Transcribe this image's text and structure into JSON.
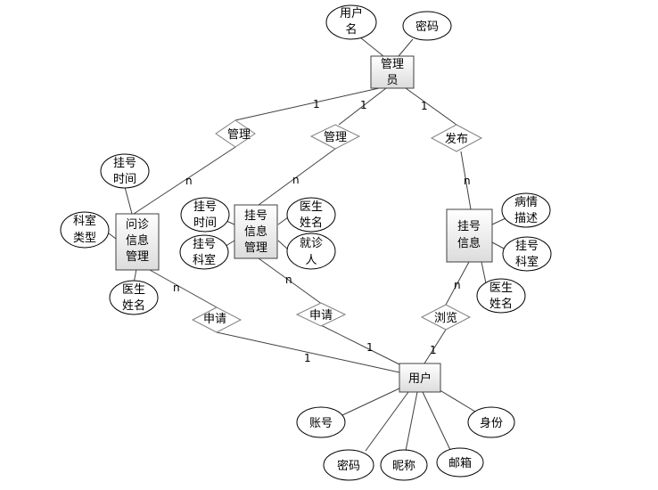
{
  "entities": {
    "admin": [
      "管理",
      "员"
    ],
    "consult_mgmt": [
      "问诊",
      "信息",
      "管理"
    ],
    "reg_mgmt": [
      "挂号",
      "信息",
      "管理"
    ],
    "reg_info": [
      "挂号",
      "信息"
    ],
    "user": [
      "用户"
    ]
  },
  "relationships": {
    "manage1": "管理",
    "manage2": "管理",
    "publish": "发布",
    "apply1": "申请",
    "apply2": "申请",
    "browse": "浏览"
  },
  "attributes": {
    "admin_username": [
      "用户",
      "名"
    ],
    "admin_password": [
      "密码"
    ],
    "consult_time": [
      "挂号",
      "时间"
    ],
    "consult_dept_type": [
      "科室",
      "类型"
    ],
    "consult_doctor": [
      "医生",
      "姓名"
    ],
    "reg_time": [
      "挂号",
      "时间"
    ],
    "reg_dept": [
      "挂号",
      "科室"
    ],
    "reg_doctor": [
      "医生",
      "姓名"
    ],
    "reg_patient": [
      "就诊",
      "人"
    ],
    "info_symptom": [
      "病情",
      "描述"
    ],
    "info_dept": [
      "挂号",
      "科室"
    ],
    "info_doctor": [
      "医生",
      "姓名"
    ],
    "user_account": [
      "账号"
    ],
    "user_password": [
      "密码"
    ],
    "user_nickname": [
      "昵称"
    ],
    "user_email": [
      "邮箱"
    ],
    "user_identity": [
      "身份"
    ]
  },
  "cardinalities": {
    "admin_manage1": "1",
    "admin_manage2": "1",
    "admin_publish": "1",
    "consult_manage1": "n",
    "reg_manage2": "n",
    "info_publish": "n",
    "consult_apply1": "n",
    "reg_apply2": "n",
    "info_browse": "n",
    "user_apply1": "1",
    "user_apply2": "1",
    "user_browse": "1"
  }
}
